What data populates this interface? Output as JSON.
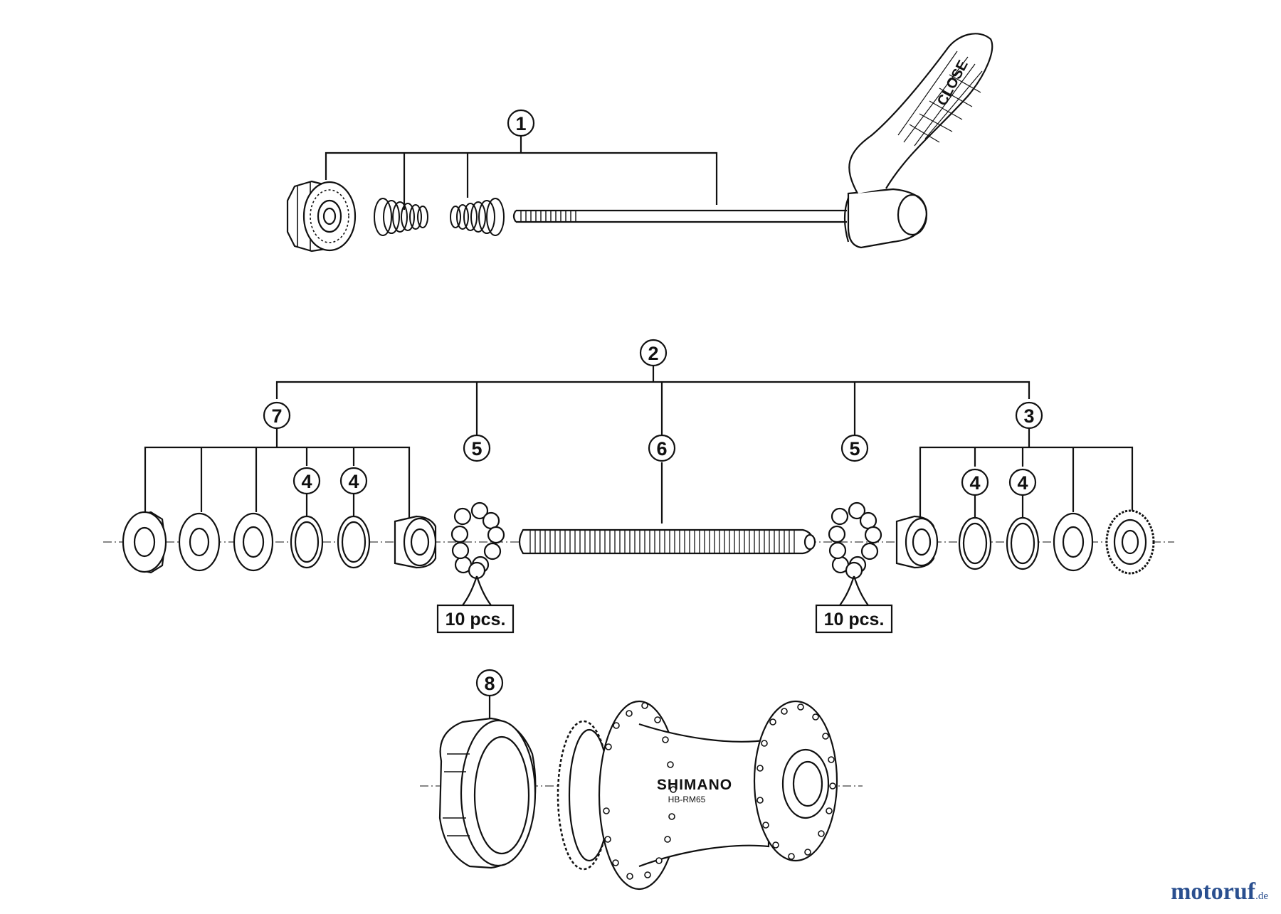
{
  "callouts": {
    "c1": "1",
    "c2": "2",
    "c3": "3",
    "c4a": "4",
    "c4b": "4",
    "c4c": "4",
    "c4d": "4",
    "c5a": "5",
    "c5b": "5",
    "c6": "6",
    "c7": "7",
    "c8": "8"
  },
  "quantity_labels": {
    "left": "10 pcs.",
    "right": "10 pcs."
  },
  "hub_text": {
    "brand": "SHIMANO",
    "model": "HB-RM65"
  },
  "lever_text": "CLOSE",
  "watermark": {
    "name": "motoruf",
    "tld": ".de"
  },
  "colors": {
    "line": "#111111",
    "part_fill": "#ffffff",
    "watermark": "#2a4f8f"
  }
}
